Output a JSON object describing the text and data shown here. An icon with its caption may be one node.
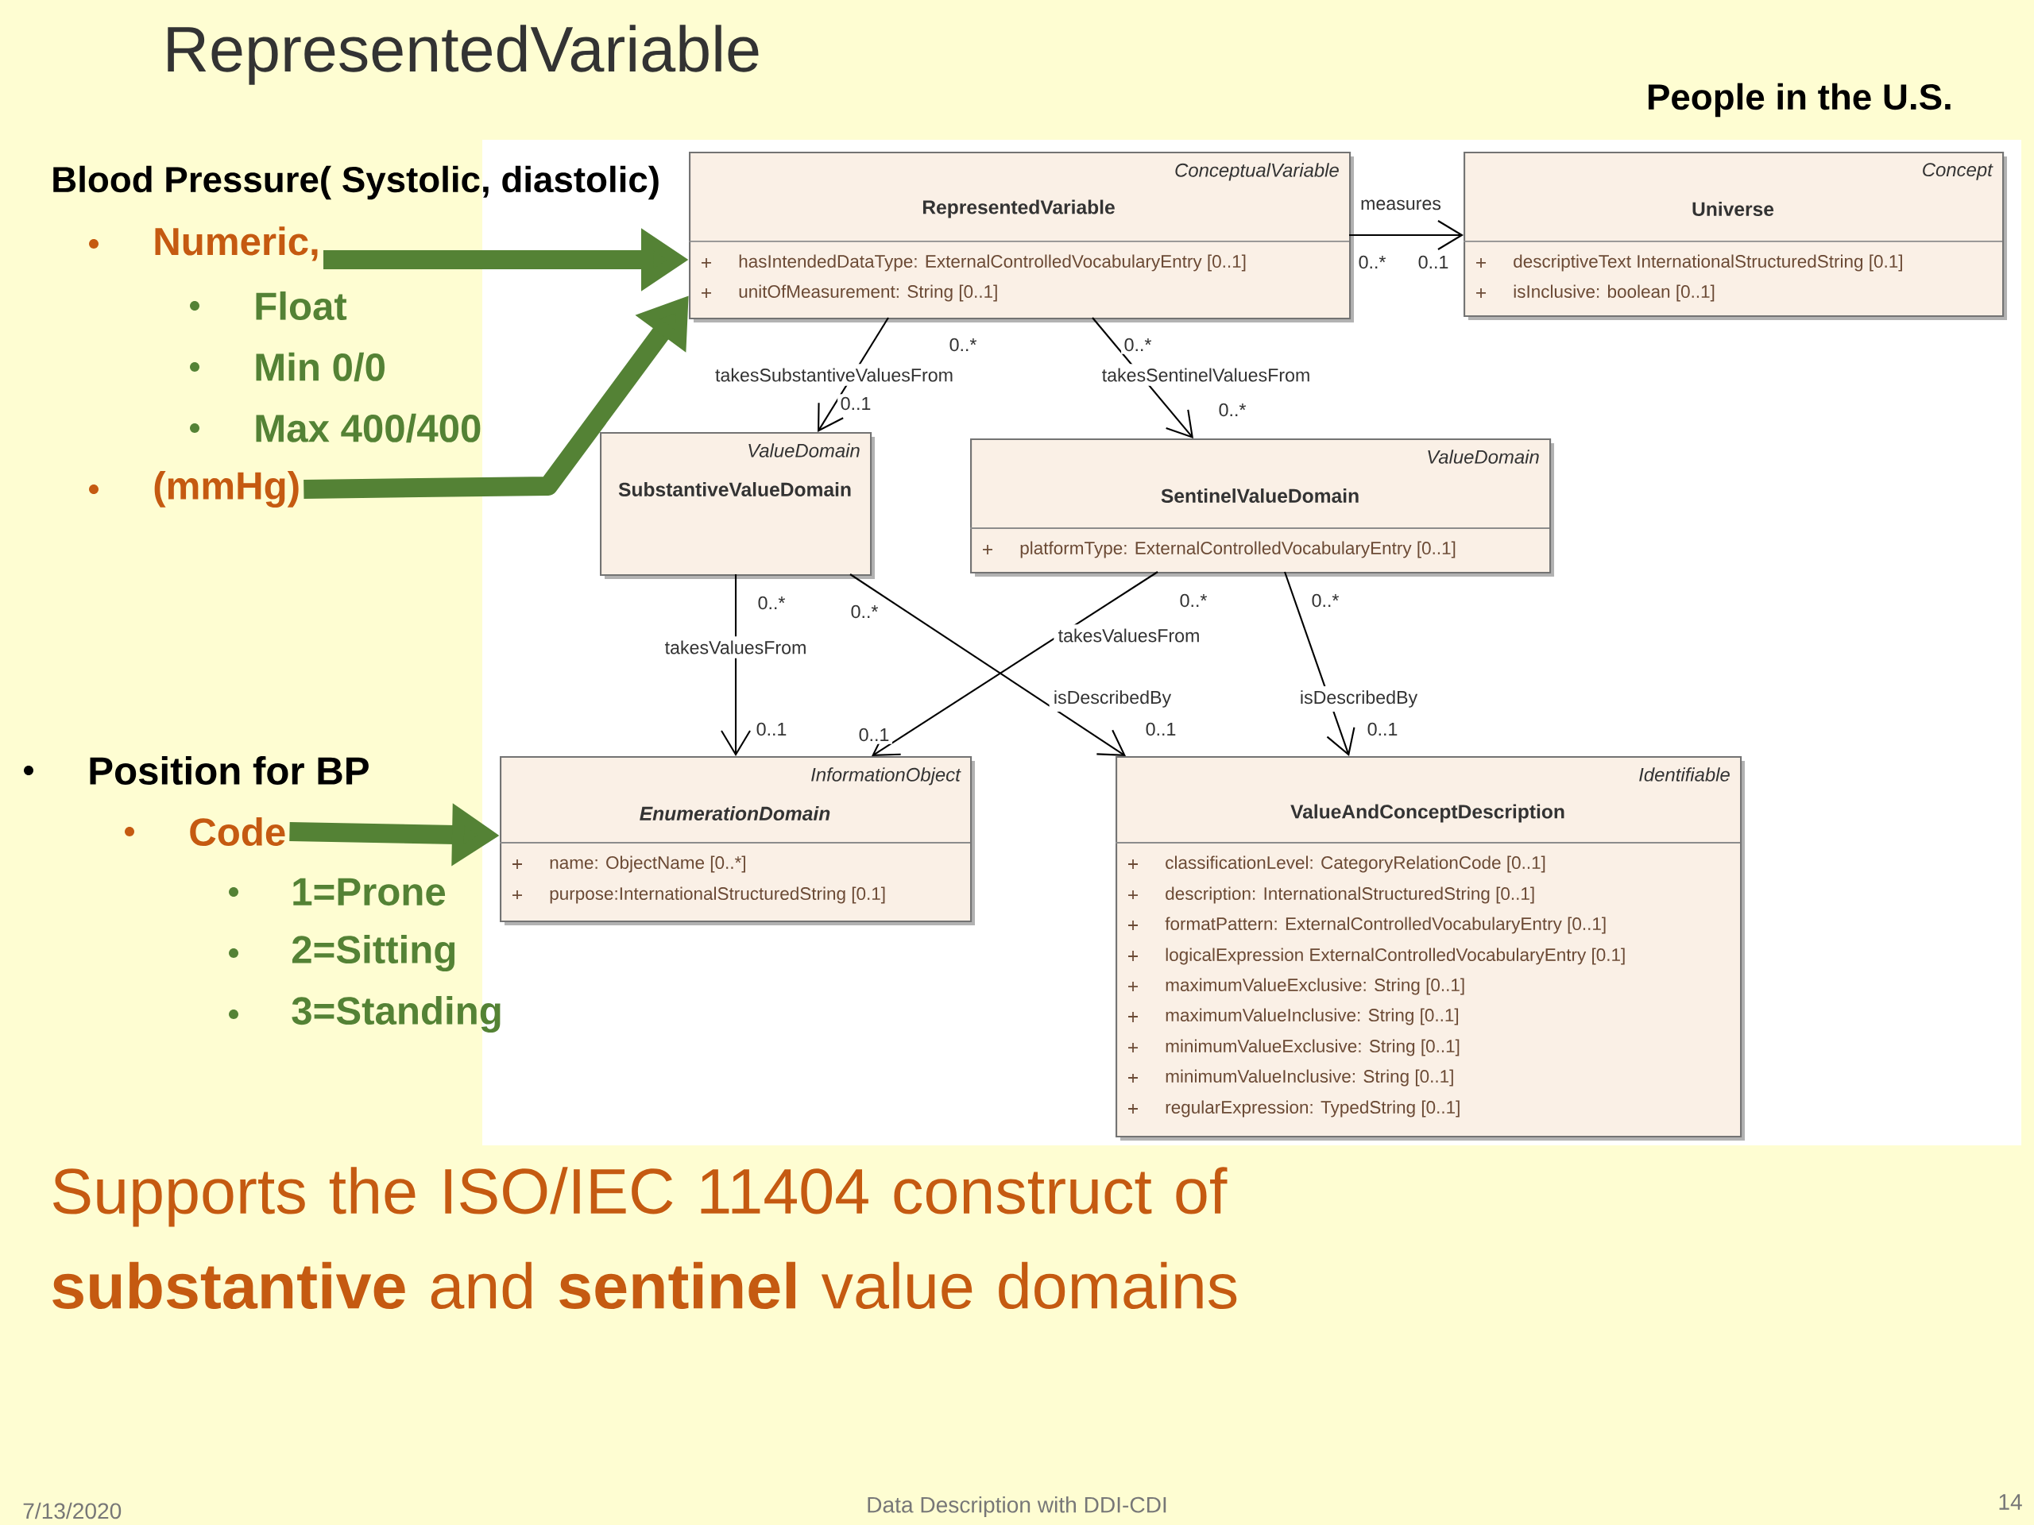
{
  "diagram": {
    "title": "RepresentedVariable",
    "nodes": [
      {
        "text": [
          "ConceptualVariable",
          "RepresentedVariable",
          "hasIntendedDataType: ExternalControlledVocabularyEntry [0..1]",
          "unitOfMeasurement: String [0..1]"
        ]
      },
      {
        "text": [
          "Concept",
          "Universe",
          "descriptiveText InternationalStructuredString [0.1]",
          "isInclusive: boolean [0..1]"
        ]
      },
      {
        "text": [
          "ValueDomain",
          "SubstantiveValueDomain"
        ]
      },
      {
        "text": [
          "ValueDomain",
          "SentinelValueDomain",
          "platformType: ExternalControlledVocabularyEntry [0..1]"
        ]
      },
      {
        "text": [
          "InformationObject",
          "EnumerationDomain",
          "name: ObjectName [0..*]",
          "purpose:InternationalStructuredString [0.1]"
        ]
      },
      {
        "text": [
          "Identifiable",
          "ValueAndConceptDescription",
          "classificationLevel: CategoryRelationCode [0..1]",
          "description: InternationalStructuredString [0..1]",
          "formatPattern: ExternalControlledVocabularyEntry [0..1]",
          "logicalExpression ExternalControlledVocabularyEntry [0.1]",
          "maximumValueExclusive: String [0..1]",
          "maximumValueInclusive: String [0..1]",
          "minimumValueExclusive: String [0..1]",
          "minimumValueInclusive: String [0..1]",
          "regularExpression: TypedString [0..1]"
        ]
      },
      {
        "text": [
          "Numeric,"
        ]
      },
      {
        "text": [
          "(mmHg)"
        ]
      },
      {
        "text": [
          "Code"
        ]
      }
    ],
    "edges": [
      {
        "from": 0,
        "to": 1,
        "arrow": "to",
        "label": "measures"
      },
      {
        "from": 0,
        "to": 2,
        "arrow": "to",
        "label": "takesSubstantiveValuesFrom"
      },
      {
        "from": 0,
        "to": 3,
        "arrow": "to",
        "label": "takesSentinelValuesFrom"
      },
      {
        "from": 2,
        "to": 4,
        "arrow": "to",
        "label": "takesValuesFrom"
      },
      {
        "from": 2,
        "to": 5,
        "arrow": "to",
        "label": "isDescribedBy"
      },
      {
        "from": 3,
        "to": 4,
        "arrow": "to",
        "label": "takesValuesFrom"
      },
      {
        "from": 3,
        "to": 5,
        "arrow": "to",
        "label": "isDescribedBy"
      },
      {
        "from": 6,
        "to": 0,
        "arrow": "to",
        "style": "thick",
        "color": "#548235"
      },
      {
        "from": 7,
        "to": 0,
        "arrow": "to",
        "style": "thick",
        "color": "#548235"
      },
      {
        "from": 8,
        "to": 4,
        "arrow": "to",
        "style": "thick",
        "color": "#548235"
      }
    ],
    "labels": [
      "People in the U.S.",
      "Blood Pressure( Systolic, diastolic)",
      "0..*",
      "0..1",
      "Float",
      "0..*",
      "0..*",
      "Min 0/0",
      "0..1",
      "0..*",
      "Max 400/400",
      "0..*",
      "0..*",
      "0..*",
      "0..*",
      "0..1",
      "0..1",
      "0..1",
      "0..1",
      "Position for BP",
      "1=Prone",
      "2=Sitting",
      "3=Standing",
      "Supports the ISO/IEC 11404 construct of **substantive** and **sentinel** value domains",
      "7/13/2020",
      "Data Description with DDI-CDI",
      "14"
    ]
  }
}
